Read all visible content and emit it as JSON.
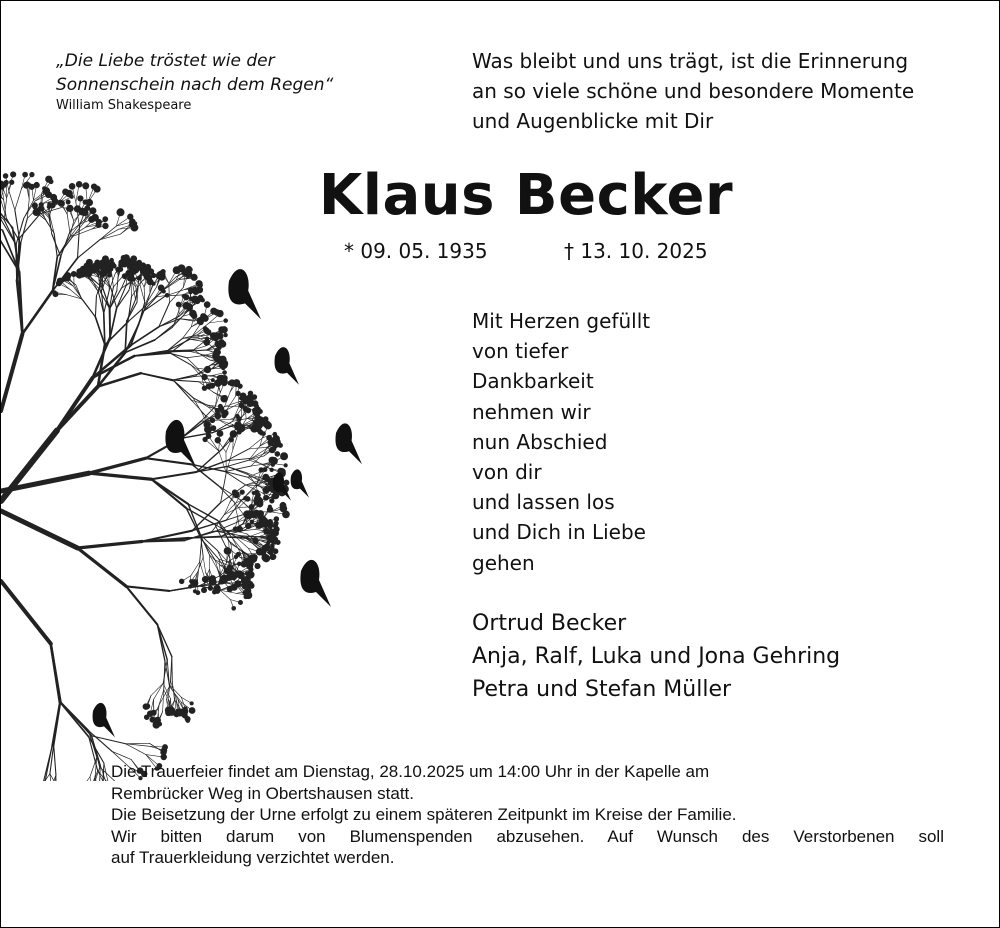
{
  "quote": {
    "lines": [
      "„Die Liebe tröstet wie der",
      "Sonnenschein nach dem Regen“"
    ],
    "author": "William Shakespeare"
  },
  "intro": [
    "Was bleibt und uns trägt, ist die Erinnerung",
    "an so viele schöne und besondere Momente",
    "und Augenblicke mit Dir"
  ],
  "name": "Klaus Becker",
  "born": "* 09. 05. 1935",
  "died": "† 13. 10. 2025",
  "poem": [
    "Mit Herzen gefüllt",
    "von tiefer",
    "Dankbarkeit",
    "nehmen wir",
    "nun Abschied",
    "von dir",
    "und lassen los",
    "und Dich in Liebe",
    "gehen"
  ],
  "family": [
    "Ortrud Becker",
    "Anja, Ralf, Luka und Jona Gehring",
    "Petra und Stefan Müller"
  ],
  "notice": [
    "Die Trauerfeier findet am Dienstag, 28.10.2025 um 14:00 Uhr in der Kapelle am",
    "Rembrücker Weg in Obertshausen statt.",
    "Die Beisetzung der Urne erfolgt zu einem späteren Zeitpunkt im Kreise der Familie.",
    "Wir bitten darum von Blumenspenden abzusehen. Auf Wunsch des Verstorbenen soll",
    "auf Trauerkleidung verzichtet werden."
  ]
}
